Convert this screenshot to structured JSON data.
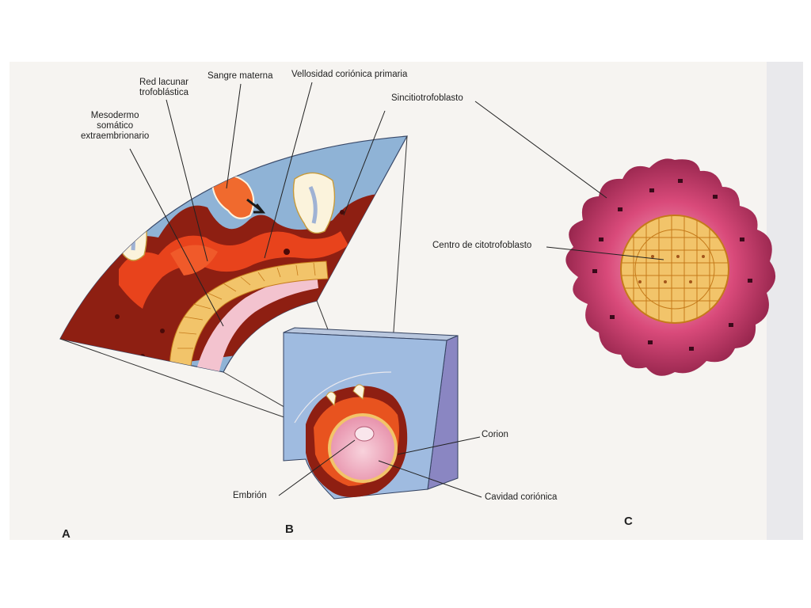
{
  "labels": {
    "red_lacunar": "Red lacunar\ntrofoblástica",
    "sangre_materna": "Sangre materna",
    "vellosidad": "Vellosidad coriónica primaria",
    "mesodermo": "Mesodermo\nsomático\nextraembrionario",
    "sincitio": "Sincitiotrofoblasto",
    "centro": "Centro de citotrofoblasto",
    "corion": "Corion",
    "embrion": "Embrión",
    "cavidad": "Cavidad coriónica"
  },
  "panels": {
    "a": "A",
    "b": "B",
    "c": "C"
  },
  "colors": {
    "background": "#ffffff",
    "page": "#f6f4f1",
    "wedge_blue": "#8fb3d6",
    "block_side": "#8a86c2",
    "syncytio_dark": "#8e1f12",
    "lacunae_red": "#e8431c",
    "cytotrophoblast": "#f2c46a",
    "mesoderm_pink": "#f3c3cf",
    "villus_pink": "#b83360",
    "villus_center": "#f7a8c0"
  }
}
